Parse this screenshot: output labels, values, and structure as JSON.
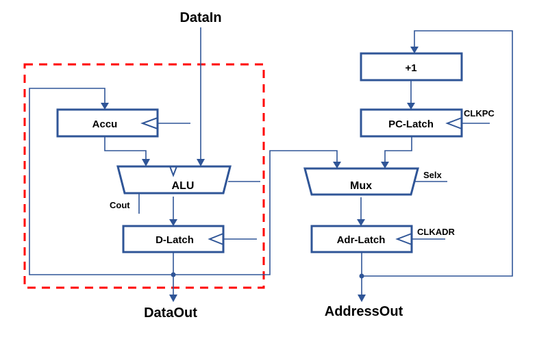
{
  "diagram": {
    "type": "block-diagram",
    "colors": {
      "wire": "#2f5597",
      "highlight_box": "#ff0000",
      "text": "#000000"
    },
    "ports": {
      "data_in": "DataIn",
      "data_out": "DataOut",
      "address_out": "AddressOut"
    },
    "blocks": {
      "accu": "Accu",
      "alu": "ALU",
      "d_latch": "D-Latch",
      "incrementer": "+1",
      "pc_latch": "PC-Latch",
      "mux": "Mux",
      "adr_latch": "Adr-Latch"
    },
    "signals": {
      "cout": "Cout",
      "clkpc": "CLKPC",
      "selx": "Selx",
      "clkadr": "CLKADR"
    }
  }
}
